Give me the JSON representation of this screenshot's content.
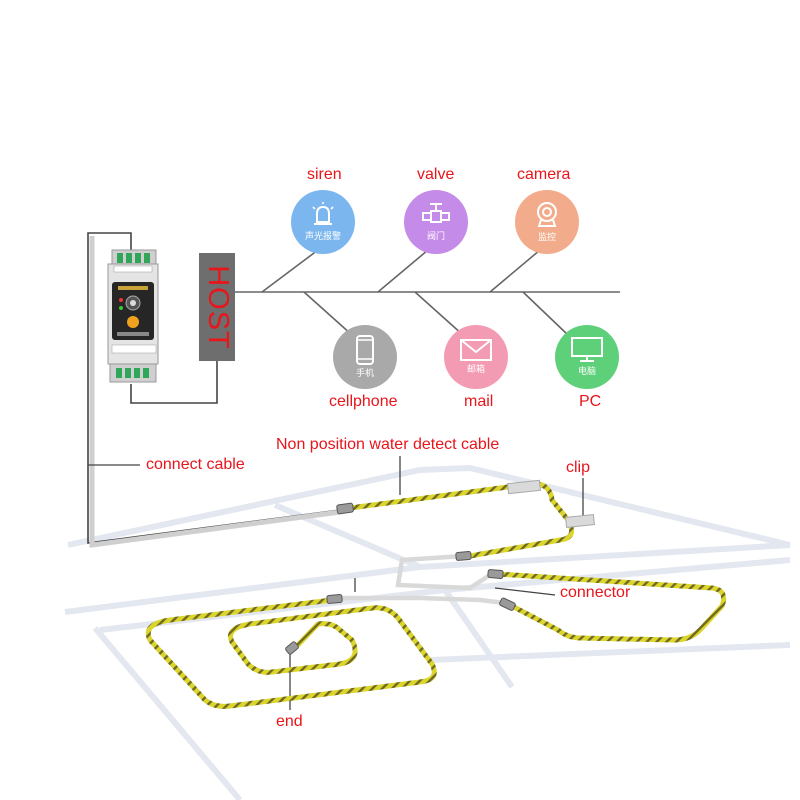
{
  "host": {
    "label": "HOST"
  },
  "devices_top": [
    {
      "id": "siren",
      "label": "siren",
      "cn": "声光报警",
      "icon": "siren-icon",
      "color": "#7cb6ef"
    },
    {
      "id": "valve",
      "label": "valve",
      "cn": "阀门",
      "icon": "valve-icon",
      "color": "#c58be8"
    },
    {
      "id": "camera",
      "label": "camera",
      "cn": "监控",
      "icon": "camera-icon",
      "color": "#f2ac8c"
    }
  ],
  "devices_bottom": [
    {
      "id": "cellphone",
      "label": "cellphone",
      "cn": "手机",
      "icon": "cellphone-icon",
      "color": "#a9a9a9"
    },
    {
      "id": "mail",
      "label": "mail",
      "cn": "邮箱",
      "icon": "mail-icon",
      "color": "#f39bb3"
    },
    {
      "id": "pc",
      "label": "PC",
      "cn": "电脑",
      "icon": "monitor-icon",
      "color": "#5fd07a"
    }
  ],
  "callouts": {
    "connect_cable": "connect cable",
    "detect_cable": "Non position water detect cable",
    "clip": "clip",
    "connector": "connector",
    "end": "end"
  },
  "colors": {
    "label_red": "#e8151b",
    "cable_yellow": "#d9d32a",
    "cable_stripe": "#6e6a22",
    "floor_line": "#e3e7ef",
    "host_gray": "#6e6e6e"
  }
}
